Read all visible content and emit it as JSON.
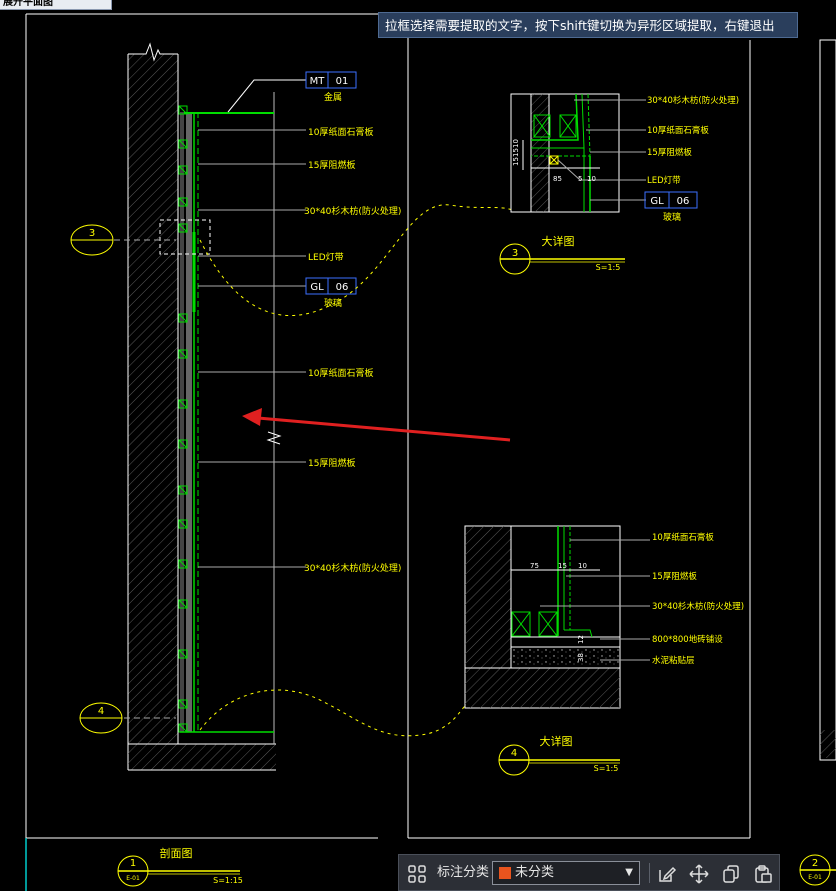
{
  "tab": {
    "title": "展开平面图"
  },
  "hint": {
    "text": "拉框选择需要提取的文字，按下shift键切换为异形区域提取，右键退出"
  },
  "left_section": {
    "tags": [
      {
        "code": "MT",
        "num": "01",
        "material": "金属"
      },
      {
        "code": "GL",
        "num": "06",
        "material": "玻璃"
      }
    ],
    "labels": [
      "10厚纸面石膏板",
      "15厚阻燃板",
      "30*40杉木枋(防火处理)",
      "LED灯带",
      "10厚纸面石膏板",
      "15厚阻燃板",
      "30*40杉木枋(防火处理)"
    ],
    "callouts": [
      {
        "num": "3"
      },
      {
        "num": "4"
      }
    ],
    "title": "剖面图",
    "symbol_num": "1",
    "symbol_ref": "E-01",
    "scale": "S=1:15"
  },
  "detail3": {
    "labels": [
      "30*40杉木枋(防火处理)",
      "10厚纸面石膏板",
      "15厚阻燃板",
      "LED灯带"
    ],
    "dims": [
      "10",
      "15",
      "15",
      "85",
      "5",
      "10"
    ],
    "tag": {
      "code": "GL",
      "num": "06",
      "material": "玻璃"
    },
    "title": "大详图",
    "num": "3",
    "scale": "S=1:5"
  },
  "detail4": {
    "labels": [
      "10厚纸面石膏板",
      "15厚阻燃板",
      "30*40杉木枋(防火处理)",
      "800*800地砖铺设",
      "水泥粘贴层"
    ],
    "dims": [
      "75",
      "15",
      "10",
      "12",
      "38"
    ],
    "title": "大详图",
    "num": "4",
    "scale": "S=1:5"
  },
  "right_symbol": {
    "num": "2",
    "ref": "E-01"
  },
  "toolbar": {
    "category_label": "标注分类",
    "category_value": "未分类",
    "category_color": "#e8541e"
  },
  "colors": {
    "background": "#000000",
    "text": "#ffff00",
    "lines": "#ffffff",
    "green": "#00dd00",
    "tag_border": "#3b6fff",
    "arrow": "#e02020"
  }
}
